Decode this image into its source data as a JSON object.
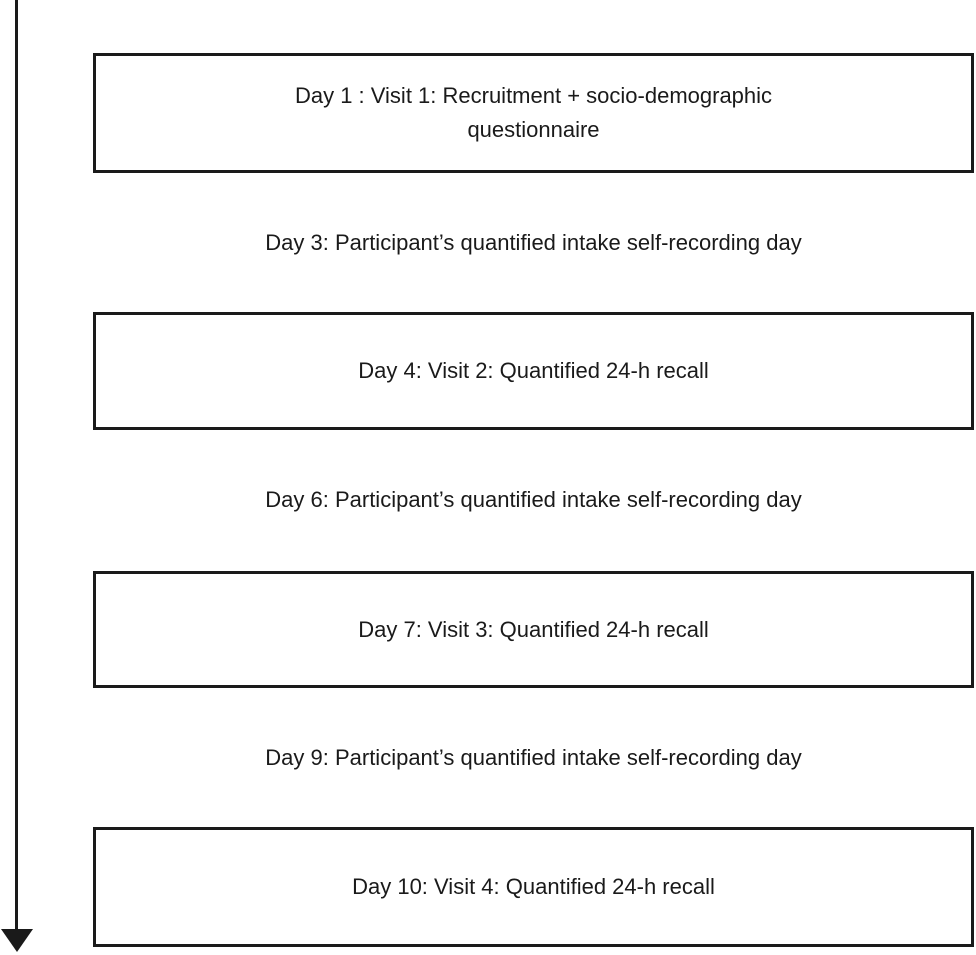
{
  "diagram": {
    "type": "flow-timeline",
    "orientation": "vertical",
    "colors": {
      "background": "#ffffff",
      "border": "#1a1a1a",
      "text": "#1a1a1a",
      "arrow": "#1a1a1a"
    },
    "arrow_icon": "down-arrow",
    "steps": [
      {
        "kind": "box",
        "label": "Day 1 : Visit 1: Recruitment + socio-demographic questionnaire"
      },
      {
        "kind": "plain",
        "label": "Day 3: Participant’s quantified intake self-recording day"
      },
      {
        "kind": "box",
        "label": "Day 4: Visit 2: Quantified 24-h recall"
      },
      {
        "kind": "plain",
        "label": "Day 6: Participant’s quantified intake self-recording day"
      },
      {
        "kind": "box",
        "label": "Day 7: Visit 3: Quantified 24-h recall"
      },
      {
        "kind": "plain",
        "label": "Day 9: Participant’s quantified intake self-recording day"
      },
      {
        "kind": "box",
        "label": "Day 10: Visit 4: Quantified 24-h recall"
      }
    ]
  }
}
